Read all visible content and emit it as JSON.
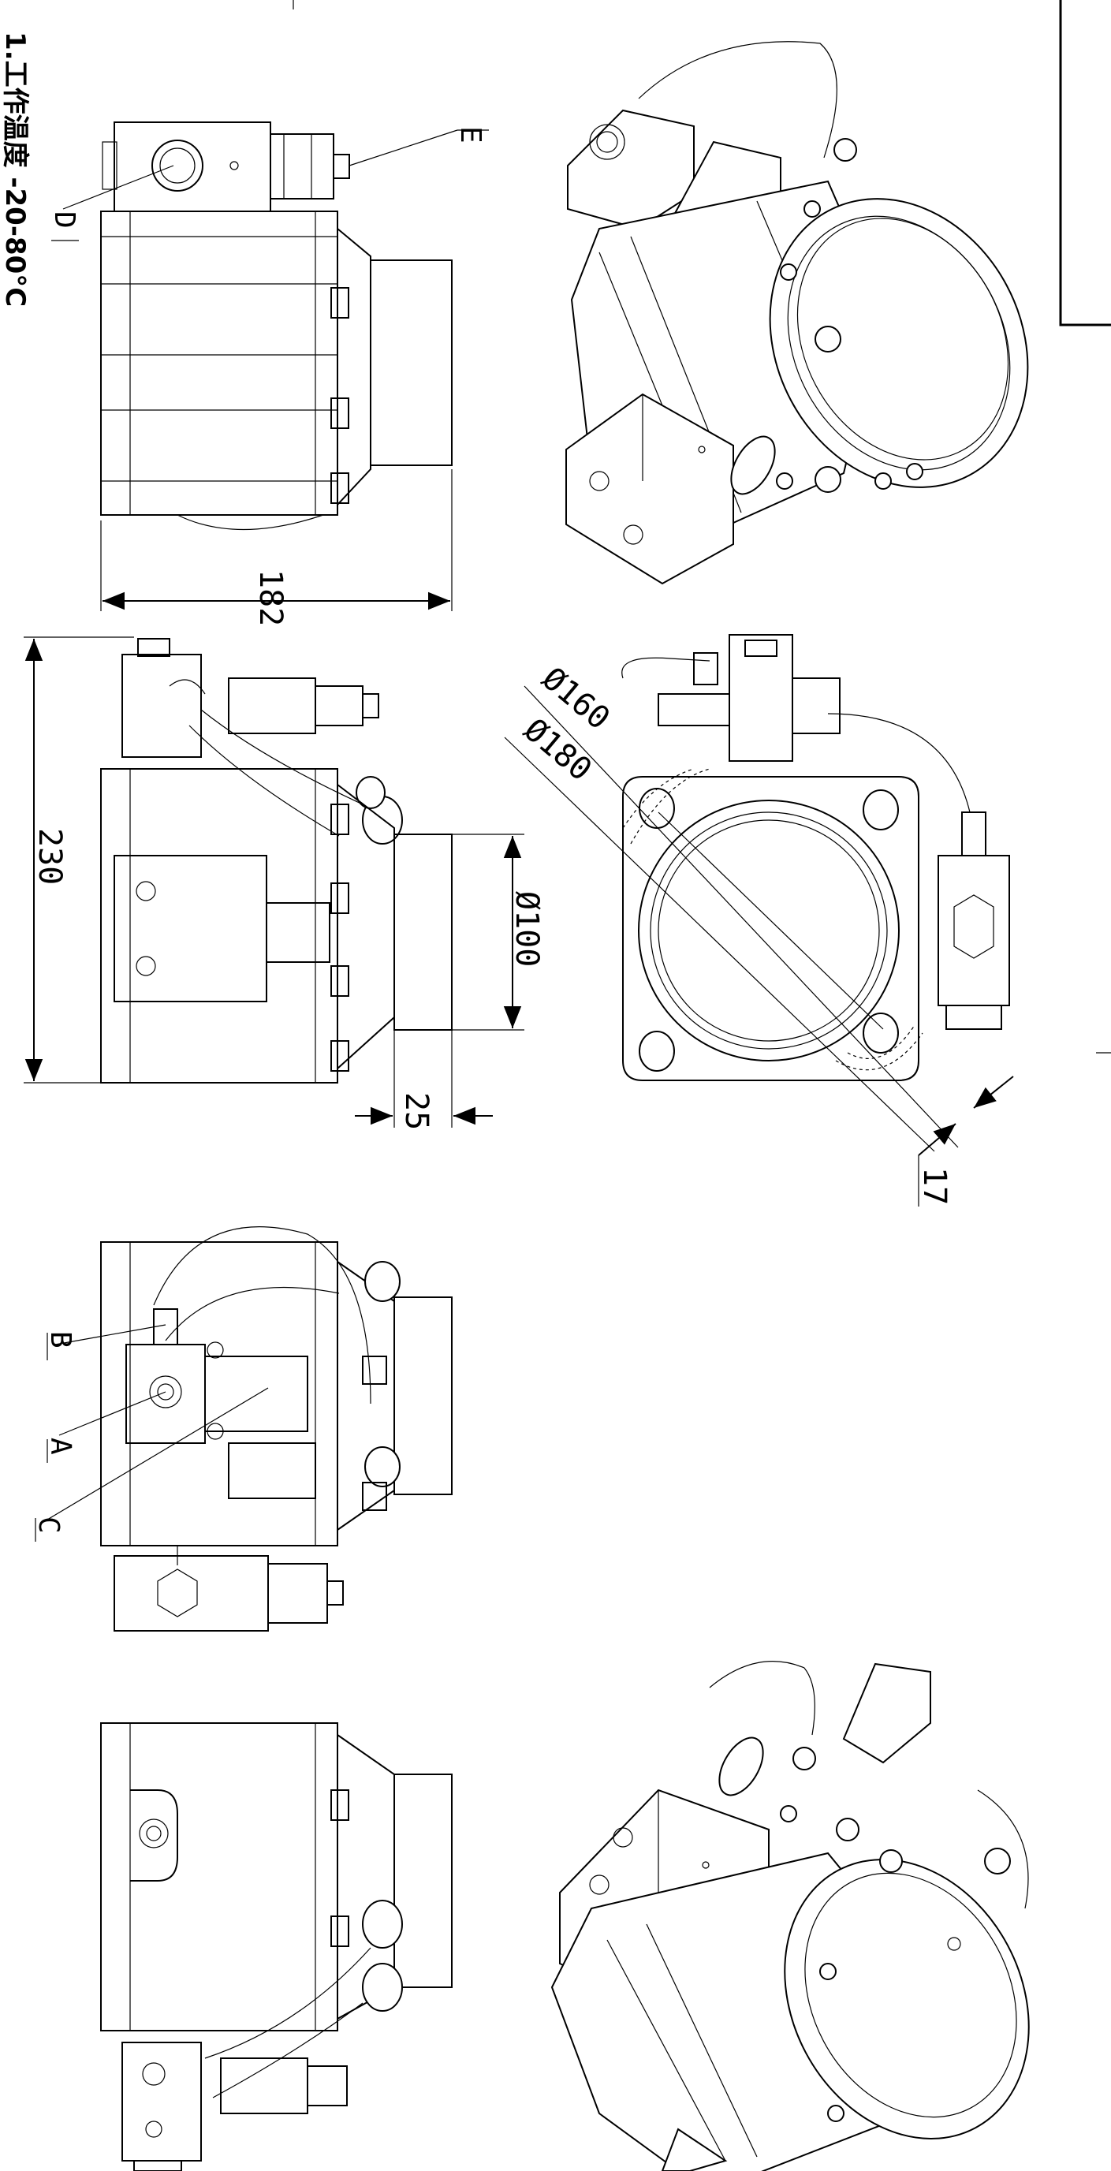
{
  "note": "1.工作温度 -20-80°C",
  "dimensions": {
    "height": "182",
    "width": "230",
    "outlet_diameter": "Ø100",
    "spigot_length": "25",
    "bolt_circle_inner": "Ø160",
    "bolt_circle_outer": "Ø180",
    "bolt_hole": "17"
  },
  "callouts": {
    "d": "D",
    "e": "E",
    "a": "A",
    "b": "B",
    "c": "C"
  }
}
